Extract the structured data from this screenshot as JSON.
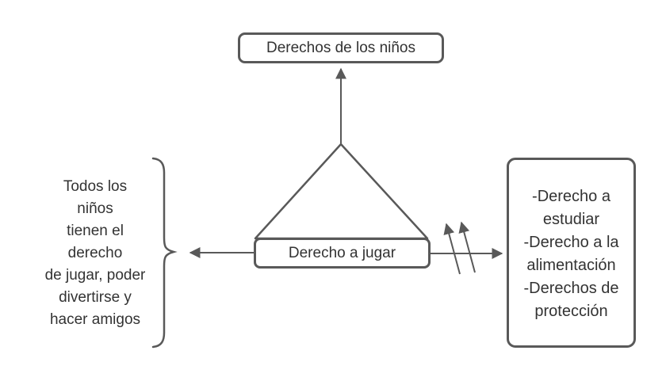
{
  "colors": {
    "stroke": "#595959",
    "text": "#333333",
    "background": "#ffffff"
  },
  "top_box": {
    "label": "Derechos de los niños"
  },
  "center_box": {
    "label": "Derecho a jugar"
  },
  "left_note": {
    "lines": [
      "Todos los",
      "niños",
      "tienen el",
      "derecho",
      "de jugar, poder",
      "divertirse y",
      "hacer amigos"
    ]
  },
  "right_box": {
    "lines": [
      "-Derecho a",
      "estudiar",
      "-Derecho a la",
      "alimentación",
      "-Derechos de",
      "protección"
    ]
  },
  "shapes": {
    "triangle": "triangle-connector",
    "up_arrow": "arrow-up",
    "left_arrow": "arrow-left",
    "right_arrow": "arrow-right",
    "diagonal_arrows": "two-diagonal-up-arrows",
    "brace": "right-curly-brace"
  }
}
